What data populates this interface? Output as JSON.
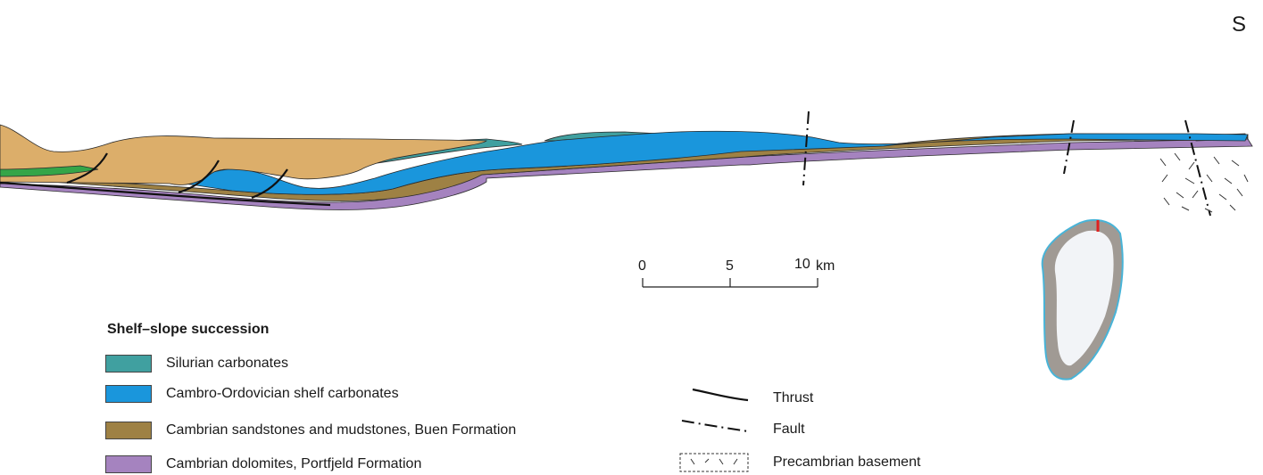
{
  "orientation": {
    "right": "S"
  },
  "scale_bar": {
    "ticks": [
      "0",
      "5",
      "10"
    ],
    "unit": "km"
  },
  "legend": {
    "title": "Shelf–slope succession",
    "units": [
      {
        "label": "Silurian carbonates",
        "color": "#40a0a0"
      },
      {
        "label": "Cambro-Ordovician shelf carbonates",
        "color": "#1a96dc"
      },
      {
        "label": "Cambrian sandstones and mudstones, Buen Formation",
        "color": "#9e8144"
      },
      {
        "label": "Cambrian dolomites, Portfjeld Formation",
        "color": "#a583bf"
      }
    ],
    "symbols": [
      {
        "label": "Thrust",
        "icon": "thrust-line-icon"
      },
      {
        "label": "Fault",
        "icon": "fault-line-icon"
      },
      {
        "label": "Precambrian basement",
        "icon": "basement-pattern-icon"
      }
    ]
  },
  "colors": {
    "upper_unit": "#dcae6a",
    "lower_green": "#35a548",
    "greenland_ice": "#f2f4f7",
    "greenland_land": "#a09a94",
    "greenland_outline": "#48b4d8",
    "locality_marker": "#e02020"
  }
}
